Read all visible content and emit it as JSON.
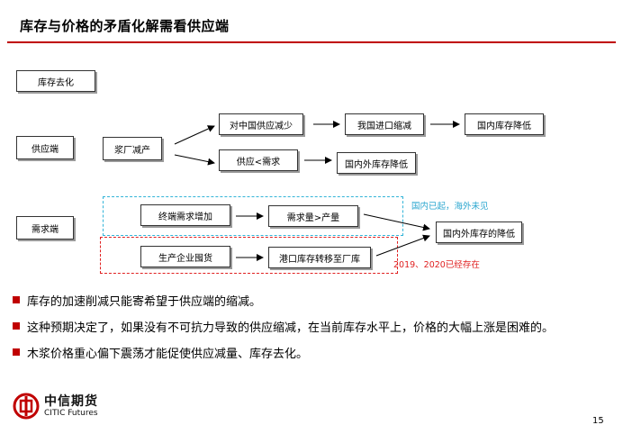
{
  "title": "库存与价格的矛盾化解需看供应端",
  "diagram": {
    "header_box": "库存去化",
    "supply_label": "供应端",
    "demand_label": "需求端",
    "supply_nodes": {
      "mill_cut": "浆厂减产",
      "china_supply_down": "对中国供应减少",
      "imports_down": "我国进口缩减",
      "domestic_inventory_down": "国内库存降低",
      "supply_lt_demand": "供应<需求",
      "global_inventory_down": "国内外库存降低"
    },
    "demand_nodes": {
      "end_demand_up": "终端需求增加",
      "demand_gt_output": "需求量>产量",
      "producer_stockpile": "生产企业囤货",
      "port_to_mill": "港口库存转移至厂库",
      "global_inventory_fall": "国内外库存的降低"
    },
    "notes": {
      "blue": "国内已起，海外未见",
      "red": "2019、2020已经存在"
    },
    "colors": {
      "accent": "#c00000",
      "blue_dash": "#32b4d8",
      "red_dash": "#e02020"
    }
  },
  "bullets": [
    "库存的加速削减只能寄希望于供应端的缩减。",
    "这种预期决定了，如果没有不可抗力导致的供应缩减，在当前库存水平上，价格的大幅上涨是困难的。",
    "木浆价格重心偏下震荡才能促使供应减量、库存去化。"
  ],
  "footer": {
    "logo_cn": "中信期货",
    "logo_en": "CITIC Futures",
    "page_number": "15"
  }
}
